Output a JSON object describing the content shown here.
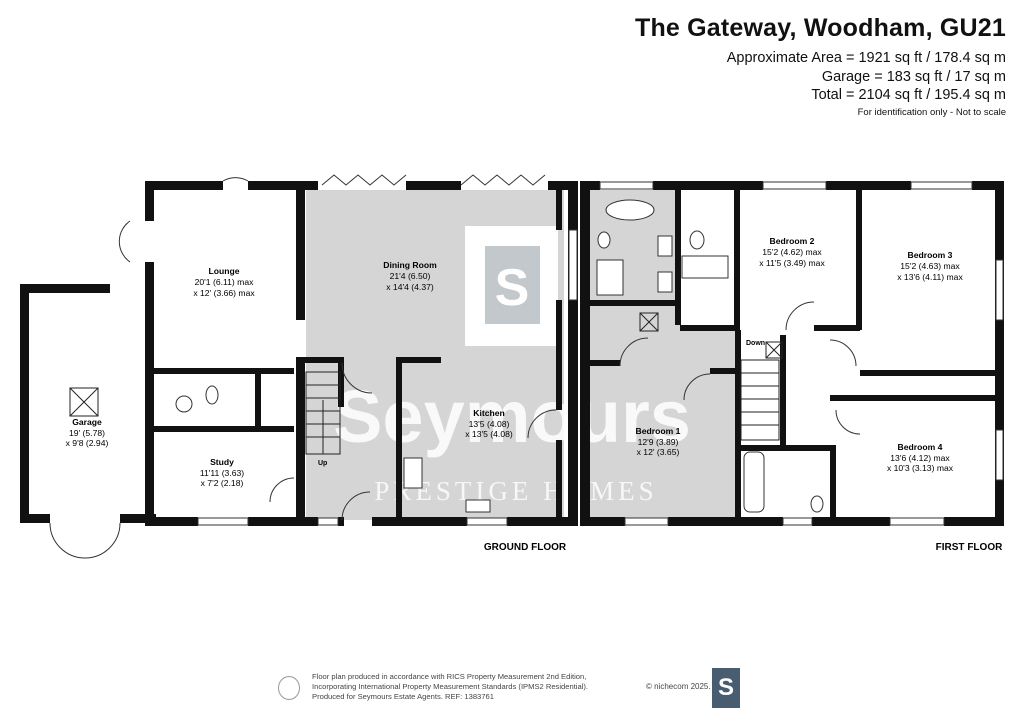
{
  "header": {
    "title": "The Gateway, Woodham, GU21",
    "area_line": "Approximate Area = 1921 sq ft / 178.4 sq m",
    "garage_line": "Garage = 183 sq ft / 17 sq m",
    "total_line": "Total = 2104 sq ft / 195.4 sq m",
    "note": "For identification only - Not to scale"
  },
  "floors": {
    "ground": "GROUND FLOOR",
    "first": "FIRST FLOOR"
  },
  "rooms": {
    "garage": {
      "name": "Garage",
      "l1": "19' (5.78)",
      "l2": "x 9'8 (2.94)"
    },
    "lounge": {
      "name": "Lounge",
      "l1": "20'1 (6.11) max",
      "l2": "x 12' (3.66) max"
    },
    "study": {
      "name": "Study",
      "l1": "11'11 (3.63)",
      "l2": "x 7'2 (2.18)"
    },
    "dining": {
      "name": "Dining Room",
      "l1": "21'4 (6.50)",
      "l2": "x 14'4 (4.37)"
    },
    "kitchen": {
      "name": "Kitchen",
      "l1": "13'5 (4.08)",
      "l2": "x 13'5 (4.08)"
    },
    "bedroom1": {
      "name": "Bedroom 1",
      "l1": "12'9 (3.89)",
      "l2": "x 12' (3.65)"
    },
    "bedroom2": {
      "name": "Bedroom 2",
      "l1": "15'2 (4.62) max",
      "l2": "x 11'5 (3.49) max"
    },
    "bedroom3": {
      "name": "Bedroom 3",
      "l1": "15'2 (4.63) max",
      "l2": "x 13'6 (4.11) max"
    },
    "bedroom4": {
      "name": "Bedroom 4",
      "l1": "13'6 (4.12) max",
      "l2": "x 10'3 (3.13) max"
    }
  },
  "stairs": {
    "up": "Up",
    "down": "Down"
  },
  "watermark": {
    "brand": "Seymours",
    "sub": "PRESTIGE HOMES",
    "logo_letter": "S"
  },
  "footer": {
    "line1": "Floor plan produced in accordance with RICS Property Measurement 2nd Edition,",
    "line2": "Incorporating International Property Measurement Standards (IPMS2 Residential).",
    "line3": "Produced for Seymours Estate Agents.   REF: 1383761",
    "copyright": "© nichecom 2025.",
    "logo_letter": "S"
  },
  "colors": {
    "wall": "#111111",
    "shade": "#d4d4d4",
    "brand": "#485d70"
  }
}
